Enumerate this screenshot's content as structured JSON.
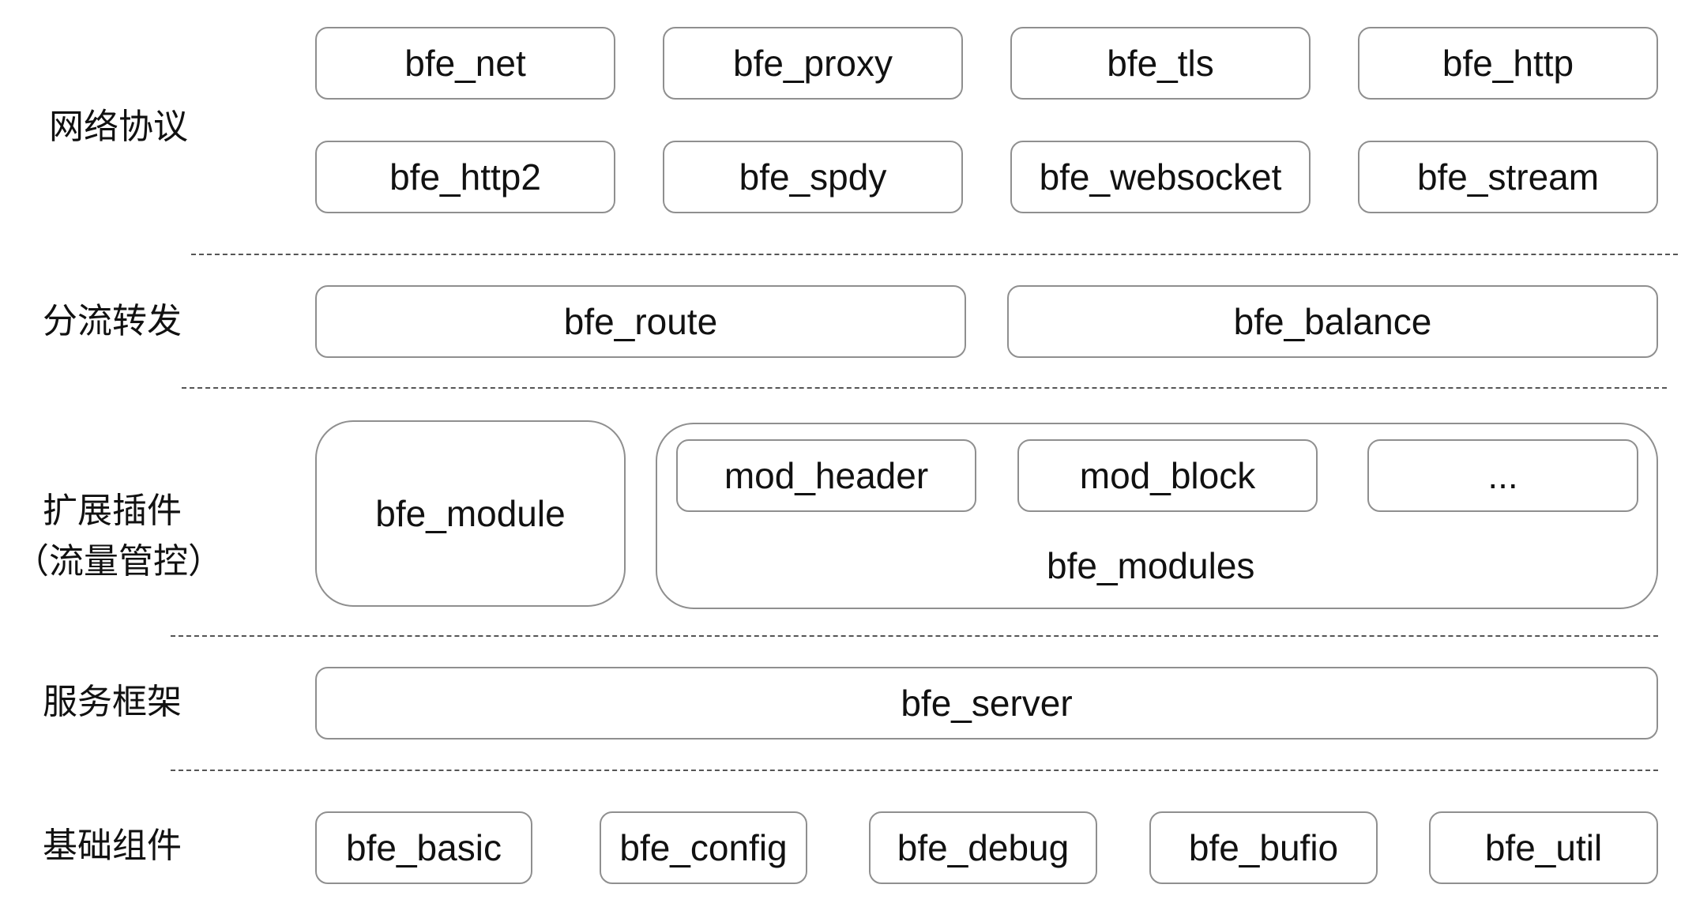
{
  "layers": {
    "network": {
      "label": "网络协议"
    },
    "routing": {
      "label": "分流转发"
    },
    "extension": {
      "label_line1": "扩展插件",
      "label_line2": "（流量管控）"
    },
    "framework": {
      "label": "服务框架"
    },
    "basic": {
      "label": "基础组件"
    }
  },
  "network_modules": [
    "bfe_net",
    "bfe_proxy",
    "bfe_tls",
    "bfe_http",
    "bfe_http2",
    "bfe_spdy",
    "bfe_websocket",
    "bfe_stream"
  ],
  "routing_modules": [
    "bfe_route",
    "bfe_balance"
  ],
  "extension": {
    "module": "bfe_module",
    "modules_group_label": "bfe_modules",
    "mods": [
      "mod_header",
      "mod_block",
      "..."
    ]
  },
  "framework_modules": [
    "bfe_server"
  ],
  "basic_modules": [
    "bfe_basic",
    "bfe_config",
    "bfe_debug",
    "bfe_bufio",
    "bfe_util"
  ]
}
